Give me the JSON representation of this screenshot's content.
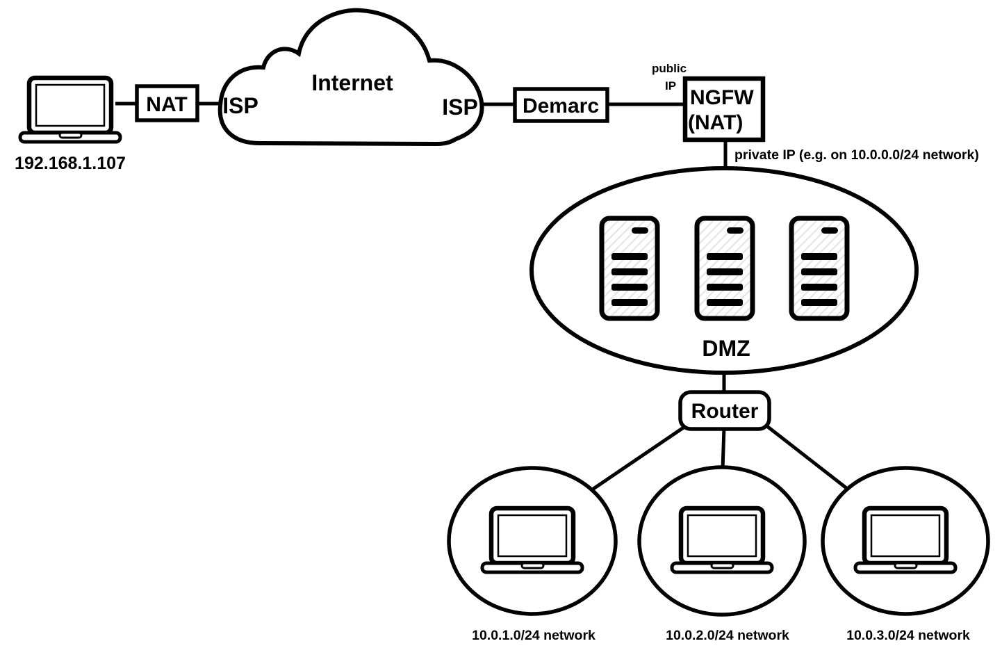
{
  "diagram": {
    "title_semantic": "NAT / NGFW network topology diagram",
    "external_host": {
      "ip_label": "192.168.1.107"
    },
    "nat_box": {
      "label": "NAT"
    },
    "internet_cloud": {
      "label": "Internet",
      "isp_left": "ISP",
      "isp_right": "ISP"
    },
    "demarc_box": {
      "label": "Demarc"
    },
    "ngfw_box": {
      "line1": "NGFW",
      "line2": "(NAT)",
      "public_ip_line1": "public",
      "public_ip_line2": "IP",
      "private_ip_note": "private IP (e.g. on 10.0.0.0/24 network)"
    },
    "dmz": {
      "label": "DMZ",
      "server_count": 3
    },
    "router_box": {
      "label": "Router"
    },
    "networks": [
      {
        "label": "10.0.1.0/24 network"
      },
      {
        "label": "10.0.2.0/24 network"
      },
      {
        "label": "10.0.3.0/24 network"
      }
    ],
    "colors": {
      "stroke": "#000000",
      "background": "#ffffff",
      "server_hatch": "#e6e6e6"
    }
  }
}
